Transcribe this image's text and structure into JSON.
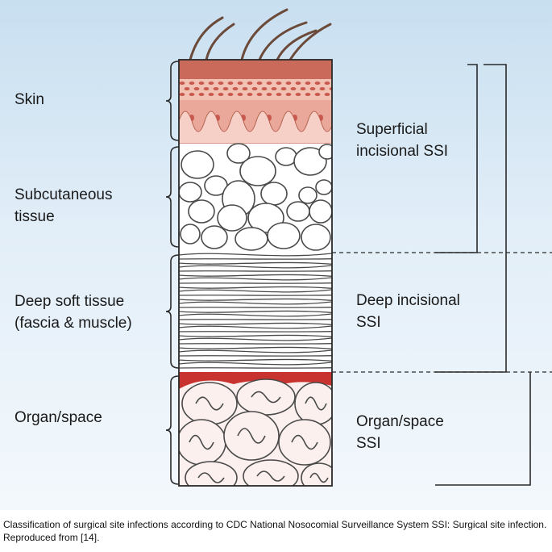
{
  "layers": [
    {
      "id": "skin",
      "label": "Skin"
    },
    {
      "id": "subcutaneous",
      "label": "Subcutaneous\ntissue"
    },
    {
      "id": "deep",
      "label": "Deep soft tissue\n(fascia & muscle)"
    },
    {
      "id": "organ",
      "label": "Organ/space"
    }
  ],
  "ssi_categories": [
    {
      "id": "superficial",
      "label": "Superficial\nincisional SSI"
    },
    {
      "id": "deep",
      "label": "Deep incisional\nSSI"
    },
    {
      "id": "organ_space",
      "label": "Organ/space\nSSI"
    }
  ],
  "colors": {
    "skin": "#e9a89a",
    "skin_top": "#c96a5a",
    "fat": "#ffffff",
    "muscle_line": "#4a4a4a",
    "organ_blood": "#c8332f",
    "organ": "#fbf0ee"
  },
  "caption": "Classification of surgical site infections according to CDC National Nosocomial Surveillance System SSI: Surgical site infection. Reproduced from [14]."
}
